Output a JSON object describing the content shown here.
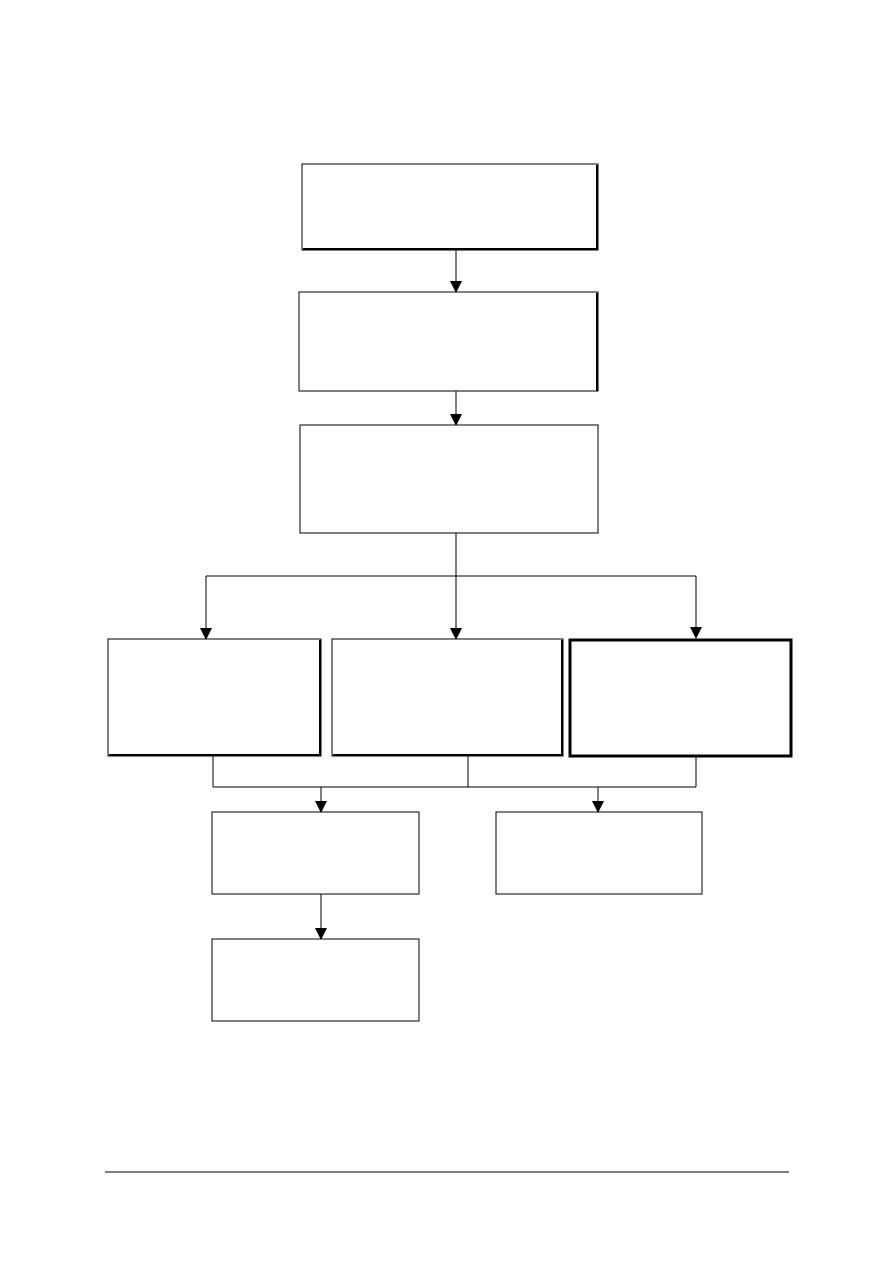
{
  "flowchart": {
    "nodes": [
      {
        "id": "n1",
        "label": "",
        "emphasis": false
      },
      {
        "id": "n2",
        "label": "",
        "emphasis": false
      },
      {
        "id": "n3",
        "label": "",
        "emphasis": false
      },
      {
        "id": "n4",
        "label": "",
        "emphasis": false
      },
      {
        "id": "n5",
        "label": "",
        "emphasis": false
      },
      {
        "id": "n6",
        "label": "",
        "emphasis": true
      },
      {
        "id": "n7",
        "label": "",
        "emphasis": false
      },
      {
        "id": "n8",
        "label": "",
        "emphasis": false
      },
      {
        "id": "n9",
        "label": "",
        "emphasis": false
      }
    ],
    "edges": [
      {
        "from": "n1",
        "to": "n2"
      },
      {
        "from": "n2",
        "to": "n3"
      },
      {
        "from": "n3",
        "to": "n4"
      },
      {
        "from": "n3",
        "to": "n5"
      },
      {
        "from": "n3",
        "to": "n6"
      },
      {
        "from": "n4",
        "to": "n7"
      },
      {
        "from": "n5",
        "to": "n7"
      },
      {
        "from": "n6",
        "to": "n8"
      },
      {
        "from": "n7",
        "to": "n9"
      }
    ]
  },
  "colors": {
    "stroke": "#000000",
    "background": "#ffffff"
  }
}
